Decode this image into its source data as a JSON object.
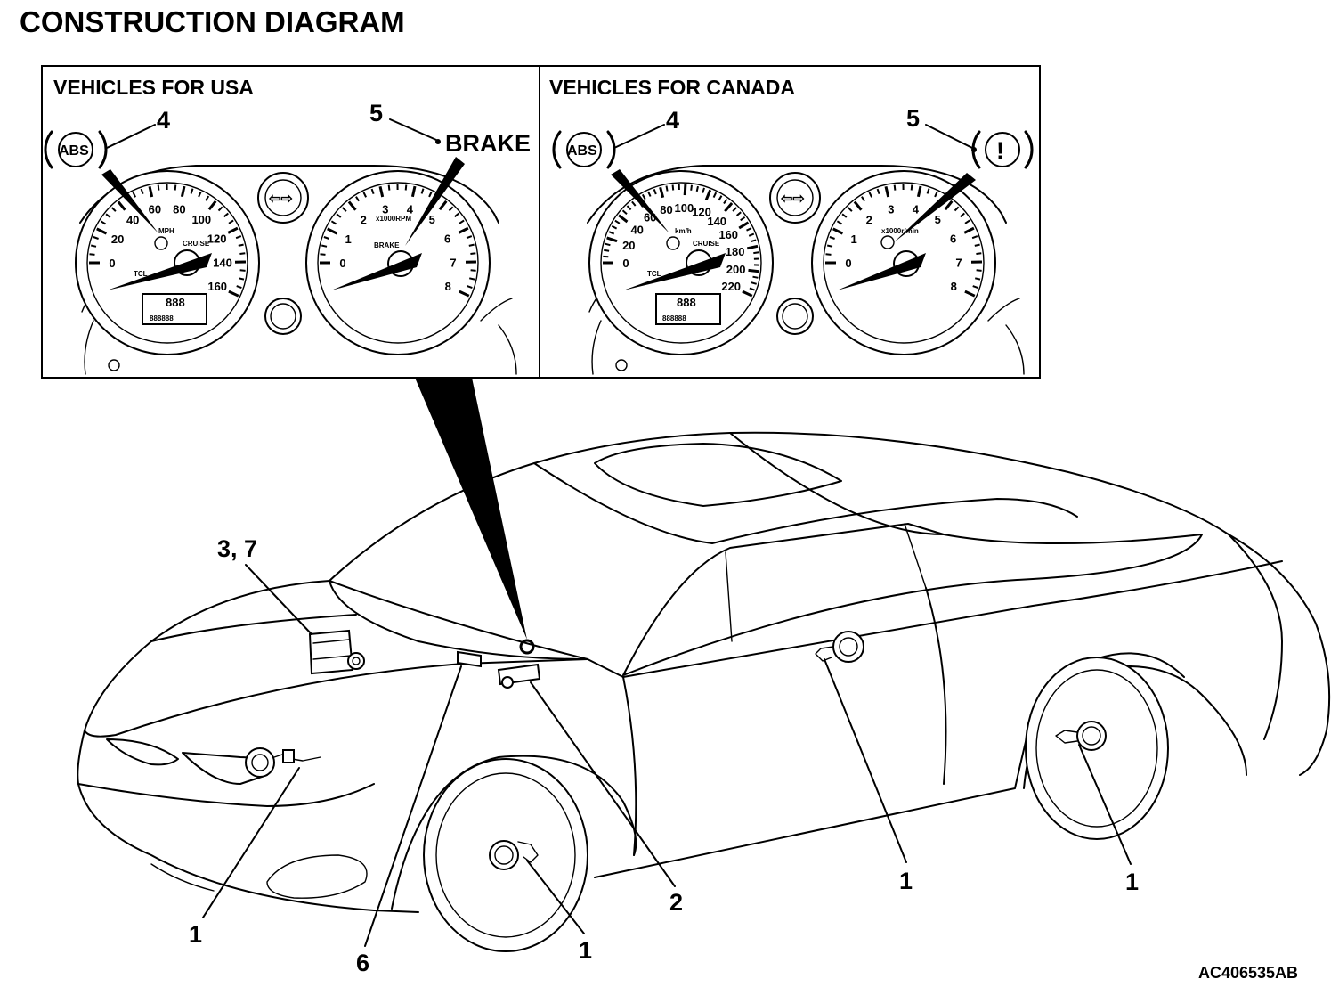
{
  "title": "CONSTRUCTION DIAGRAM",
  "panels": {
    "usa": {
      "title": "VEHICLES FOR USA",
      "callout_abs": "4",
      "callout_brake": "5",
      "abs_label": "ABS",
      "brake_label": "BRAKE",
      "speed_ticks": [
        "0",
        "20",
        "40",
        "60",
        "80",
        "100",
        "120",
        "140",
        "160"
      ],
      "speed_unit": "MPH",
      "tach_ticks": [
        "0",
        "1",
        "2",
        "3",
        "4",
        "5",
        "6",
        "7",
        "8"
      ],
      "tach_unit": "x1000RPM",
      "cruise_label": "CRUISE",
      "tcl_label": "TCL",
      "brake_dial_label": "BRAKE",
      "odo_digits": "888",
      "odo_digits2": "888888"
    },
    "canada": {
      "title": "VEHICLES FOR CANADA",
      "callout_abs": "4",
      "callout_brake": "5",
      "abs_label": "ABS",
      "brake_symbol": "!",
      "speed_ticks": [
        "0",
        "20",
        "40",
        "60",
        "80",
        "100",
        "120",
        "140",
        "160",
        "180",
        "200",
        "220"
      ],
      "speed_unit": "km/h",
      "tach_ticks": [
        "0",
        "1",
        "2",
        "3",
        "4",
        "5",
        "6",
        "7",
        "8"
      ],
      "tach_unit": "x1000r/min",
      "cruise_label": "CRUISE",
      "tcl_label": "TCL",
      "odo_digits": "888",
      "odo_digits2": "888888"
    }
  },
  "callouts": {
    "front_left_sensor": "1",
    "front_wheel_sensor": "1",
    "rear_inner_sensor": "1",
    "rear_wheel_sensor": "1",
    "g_sensor": "2",
    "abs_unit": "3, 7",
    "diag_connector": "6"
  },
  "figure_code": "AC406535AB"
}
